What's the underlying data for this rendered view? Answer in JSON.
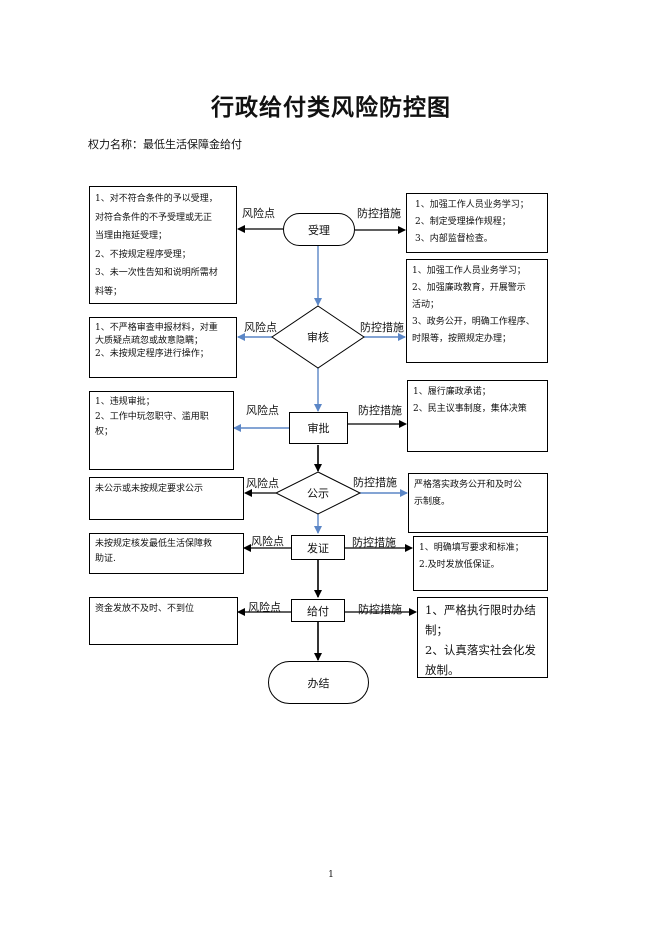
{
  "title": "行政给付类风险防控图",
  "subtitle": "权力名称：最低生活保障金给付",
  "risk_label": "风险点",
  "measure_label": "防控措施",
  "nodes": {
    "accept": "受理",
    "review": "审核",
    "approve": "审批",
    "publicize": "公示",
    "issue": "发证",
    "pay": "给付",
    "conclude": "办结"
  },
  "risks": {
    "accept": [
      "1、对不符合条件的予以受理，",
      "对符合条件的不予受理或无正",
      "当理由拖延受理；",
      "2、不按规定程序受理；",
      "3、未一次性告知和说明所需材",
      "料等；"
    ],
    "review": [
      "1、不严格审查申报材料，对重",
      "大质疑点疏忽或故意隐瞒；",
      "2、未按规定程序进行操作；"
    ],
    "approve": [
      "1、违规审批；",
      "2、工作中玩忽职守、滥用职",
      "权；"
    ],
    "publicize": [
      "未公示或未按规定要求公示"
    ],
    "issue": [
      "未按规定核发最低生活保障救",
      "助证."
    ],
    "pay": [
      "资金发放不及时、不到位"
    ]
  },
  "measures": {
    "accept": [
      "1、加强工作人员业务学习；",
      "2、制定受理操作规程；",
      "3、内部监督检查。"
    ],
    "review": [
      "1、加强工作人员业务学习；",
      "2、加强廉政教育，开展警示",
      "活动；",
      "3、政务公开，明确工作程序、",
      "时限等，按照规定办理；"
    ],
    "approve": [
      "1、履行廉政承诺；",
      "2、民主议事制度，集体决策"
    ],
    "publicize": [
      "严格落实政务公开和及时公",
      "示制度。"
    ],
    "issue": [
      "1、明确填写要求和标准；",
      "2.及时发放低保证。"
    ],
    "pay": [
      "1、严格执行限时办结",
      "制；",
      "2、认真落实社会化发",
      "放制。"
    ]
  },
  "page_number": "1"
}
